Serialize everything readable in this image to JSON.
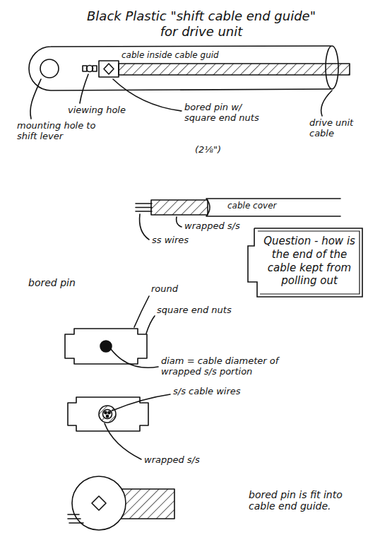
{
  "diagram": {
    "title": "Black Plastic \"shift cable end guide\" for drive unit",
    "nodes": [
      {
        "text": [
          "Question - how is the end of the cable kept from polling out"
        ]
      }
    ],
    "labels": [
      "cable inside cable guid",
      "viewing hole",
      "mounting hole to shift lever",
      "bored pin w/ square end nuts",
      "(2⅛\")",
      "drive unit cable",
      "cable cover",
      "wrapped s/s",
      "ss wires",
      "bored pin",
      "round",
      "square end nuts",
      "diam = cable diameter of wrapped s/s portion",
      "s/s cable wires",
      "wrapped s/s",
      "bored pin is fit into cable end guide."
    ]
  }
}
